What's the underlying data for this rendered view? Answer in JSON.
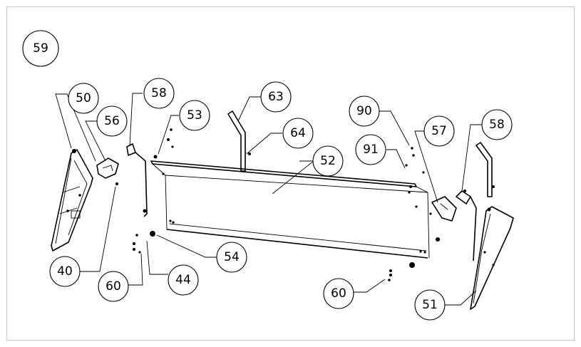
{
  "drawing": {
    "assembly_number": "59",
    "callouts": [
      {
        "id": "c50",
        "label": "50"
      },
      {
        "id": "c56",
        "label": "56"
      },
      {
        "id": "c58a",
        "label": "58"
      },
      {
        "id": "c53",
        "label": "53"
      },
      {
        "id": "c63",
        "label": "63"
      },
      {
        "id": "c64",
        "label": "64"
      },
      {
        "id": "c52",
        "label": "52"
      },
      {
        "id": "c90",
        "label": "90"
      },
      {
        "id": "c91",
        "label": "91"
      },
      {
        "id": "c57",
        "label": "57"
      },
      {
        "id": "c58b",
        "label": "58"
      },
      {
        "id": "c54",
        "label": "54"
      },
      {
        "id": "c44",
        "label": "44"
      },
      {
        "id": "c40",
        "label": "40"
      },
      {
        "id": "c60a",
        "label": "60"
      },
      {
        "id": "c60b",
        "label": "60"
      },
      {
        "id": "c51",
        "label": "51"
      }
    ]
  }
}
